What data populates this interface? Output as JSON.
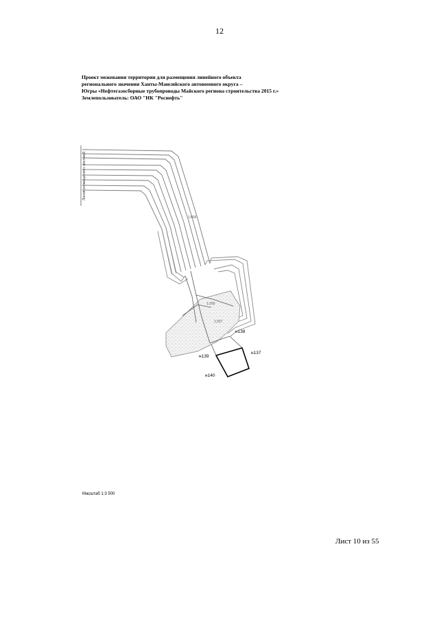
{
  "page_number": "12",
  "header": {
    "line1": "Проект межевания территории для размещения линейного объекта",
    "line2": "регионального значения Ханты-Мансийского автономного округа –",
    "line3": "Югры «Нефтегазосборные трубопроводы Майского региона строительства 2015 г.»",
    "line4": "Землепользователь:  ОАО \"НК \"Роснефть\""
  },
  "map": {
    "edge_label": "Линия совмещения с листом 9",
    "parcel_labels": {
      "p1": "1:866",
      "p2": "1:200",
      "p3": "1:257"
    },
    "points": {
      "n138": "н138",
      "n137": "н137",
      "n139": "н139",
      "n140": "н140"
    }
  },
  "scale": "Масштаб 1:3 500",
  "sheet": {
    "label": "Лист 10",
    "of": "из 55"
  }
}
